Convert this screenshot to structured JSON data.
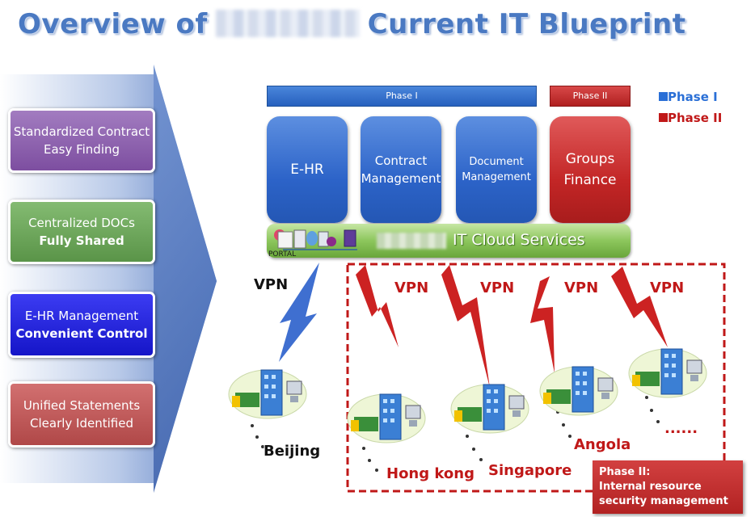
{
  "title": {
    "prefix": "Overview of",
    "suffix": "Current IT Blueprint"
  },
  "left_boxes": [
    {
      "line1": "Standardized Contract",
      "line2": "Easy Finding",
      "color": "#8e5fae"
    },
    {
      "line1": "Centralized DOCs",
      "line2": "Fully Shared",
      "color": "#6aa35a"
    },
    {
      "line1": "E-HR Management",
      "line2": "Convenient Control",
      "color": "#2323e0"
    },
    {
      "line1": "Unified Statements",
      "line2": "Clearly Identified",
      "color": "#c75a5a"
    }
  ],
  "phase_bars": {
    "phase1": "Phase I",
    "phase2": "Phase II"
  },
  "modules": [
    {
      "label": "E-HR"
    },
    {
      "label": "Contract Management"
    },
    {
      "label": "Document Management"
    },
    {
      "label": "Groups Finance"
    }
  ],
  "cloud": {
    "label": "IT Cloud Services",
    "portal": "PORTAL"
  },
  "legend": {
    "phase1": "Phase I",
    "phase2": "Phase II",
    "phase1_color": "#2a6fd6",
    "phase2_color": "#c01818"
  },
  "vpn": {
    "beijing": "VPN",
    "hk": "VPN",
    "sg": "VPN",
    "angola": "VPN",
    "more": "VPN"
  },
  "cities": {
    "beijing": "Beijing",
    "hk": "Hong kong",
    "sg": "Singapore",
    "angola": "Angola",
    "more": "......"
  },
  "phase2_note": {
    "line1": "Phase II:",
    "line2": "Internal resource",
    "line3": "security management"
  }
}
